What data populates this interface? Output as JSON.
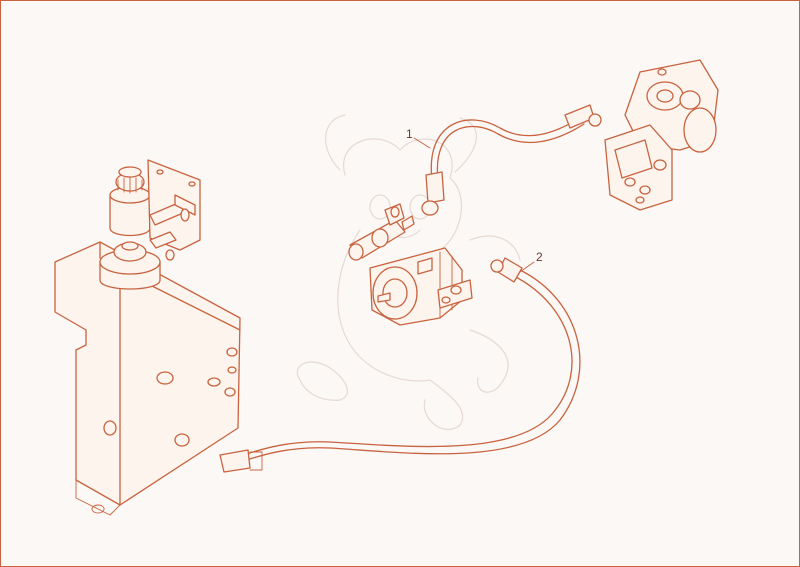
{
  "diagram": {
    "callouts": [
      {
        "id": "1",
        "text": "1"
      },
      {
        "id": "2",
        "text": "2"
      }
    ],
    "colors": {
      "line": "#c8633f",
      "background": "#fbf8f6",
      "watermark": "#e7d9d3",
      "label": "#6b3a2a"
    }
  }
}
